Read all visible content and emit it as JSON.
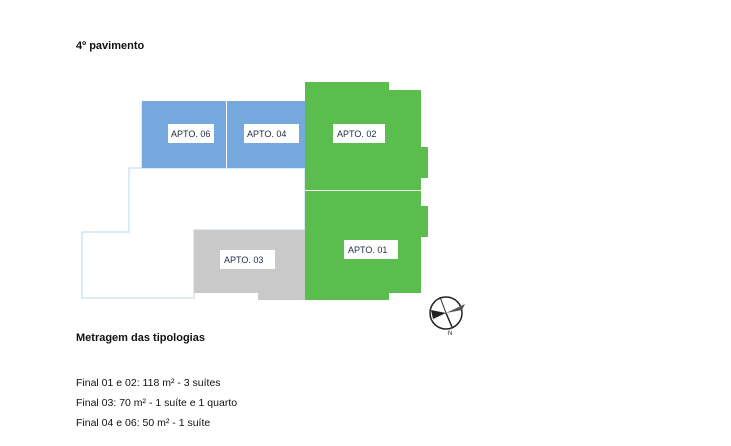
{
  "page": {
    "floor_title": "4º pavimento",
    "section_title": "Metragem das tipologias"
  },
  "plan": {
    "colors": {
      "blue": "#75a8dc",
      "green": "#5bbd4d",
      "gray": "#c9c9c9",
      "outline": "#bcd6ea"
    },
    "units": {
      "apto_06": "APTO. 06",
      "apto_04": "APTO. 04",
      "apto_02": "APTO. 02",
      "apto_01": "APTO. 01",
      "apto_03": "APTO. 03"
    },
    "compass": {
      "north_label": "N",
      "icon": "compass-rose-icon"
    }
  },
  "typologies": [
    {
      "text": "Final 01 e 02: 118 m² - 3 suítes"
    },
    {
      "text": "Final 03: 70 m² - 1 suíte e 1 quarto"
    },
    {
      "text": "Final 04 e 06: 50 m² - 1 suíte"
    }
  ]
}
